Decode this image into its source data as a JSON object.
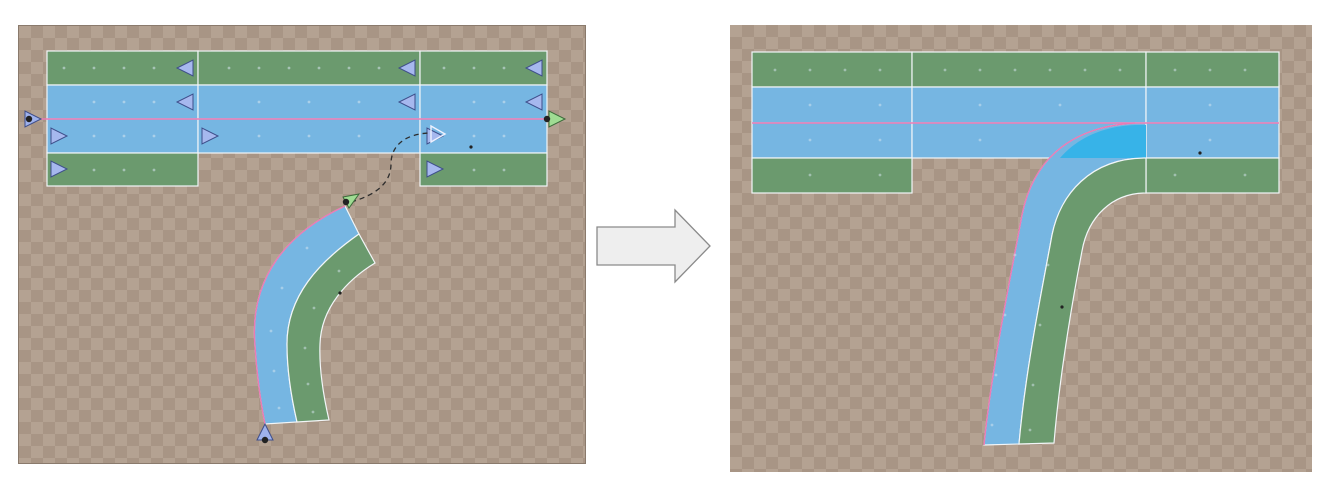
{
  "title": "",
  "colors": {
    "ground": "#a89585",
    "ground_check": "#b6a494",
    "drive_lane": "#76b6e2",
    "sidewalk": "#6b9a6e",
    "lane_edge": "#f2f6f8",
    "centerline": "#ea7ab4",
    "highlight_join": "#37b3e8",
    "connector_in": "#9fb2ec",
    "connector_out": "#9fdc93",
    "arrow_fill": "#eeeeee",
    "arrow_stroke": "#8a8a8a"
  },
  "icons": {
    "direction_arrow": "triangle-arrow-icon",
    "connection_handle": "dot-handle-icon",
    "connection_path": "dashed-connection-line",
    "transition": "right-arrow-icon"
  },
  "panels": [
    {
      "name": "before-connection",
      "state": "unconnected curve with dashed link"
    },
    {
      "name": "after-connection",
      "state": "curve merged into intersection"
    }
  ]
}
